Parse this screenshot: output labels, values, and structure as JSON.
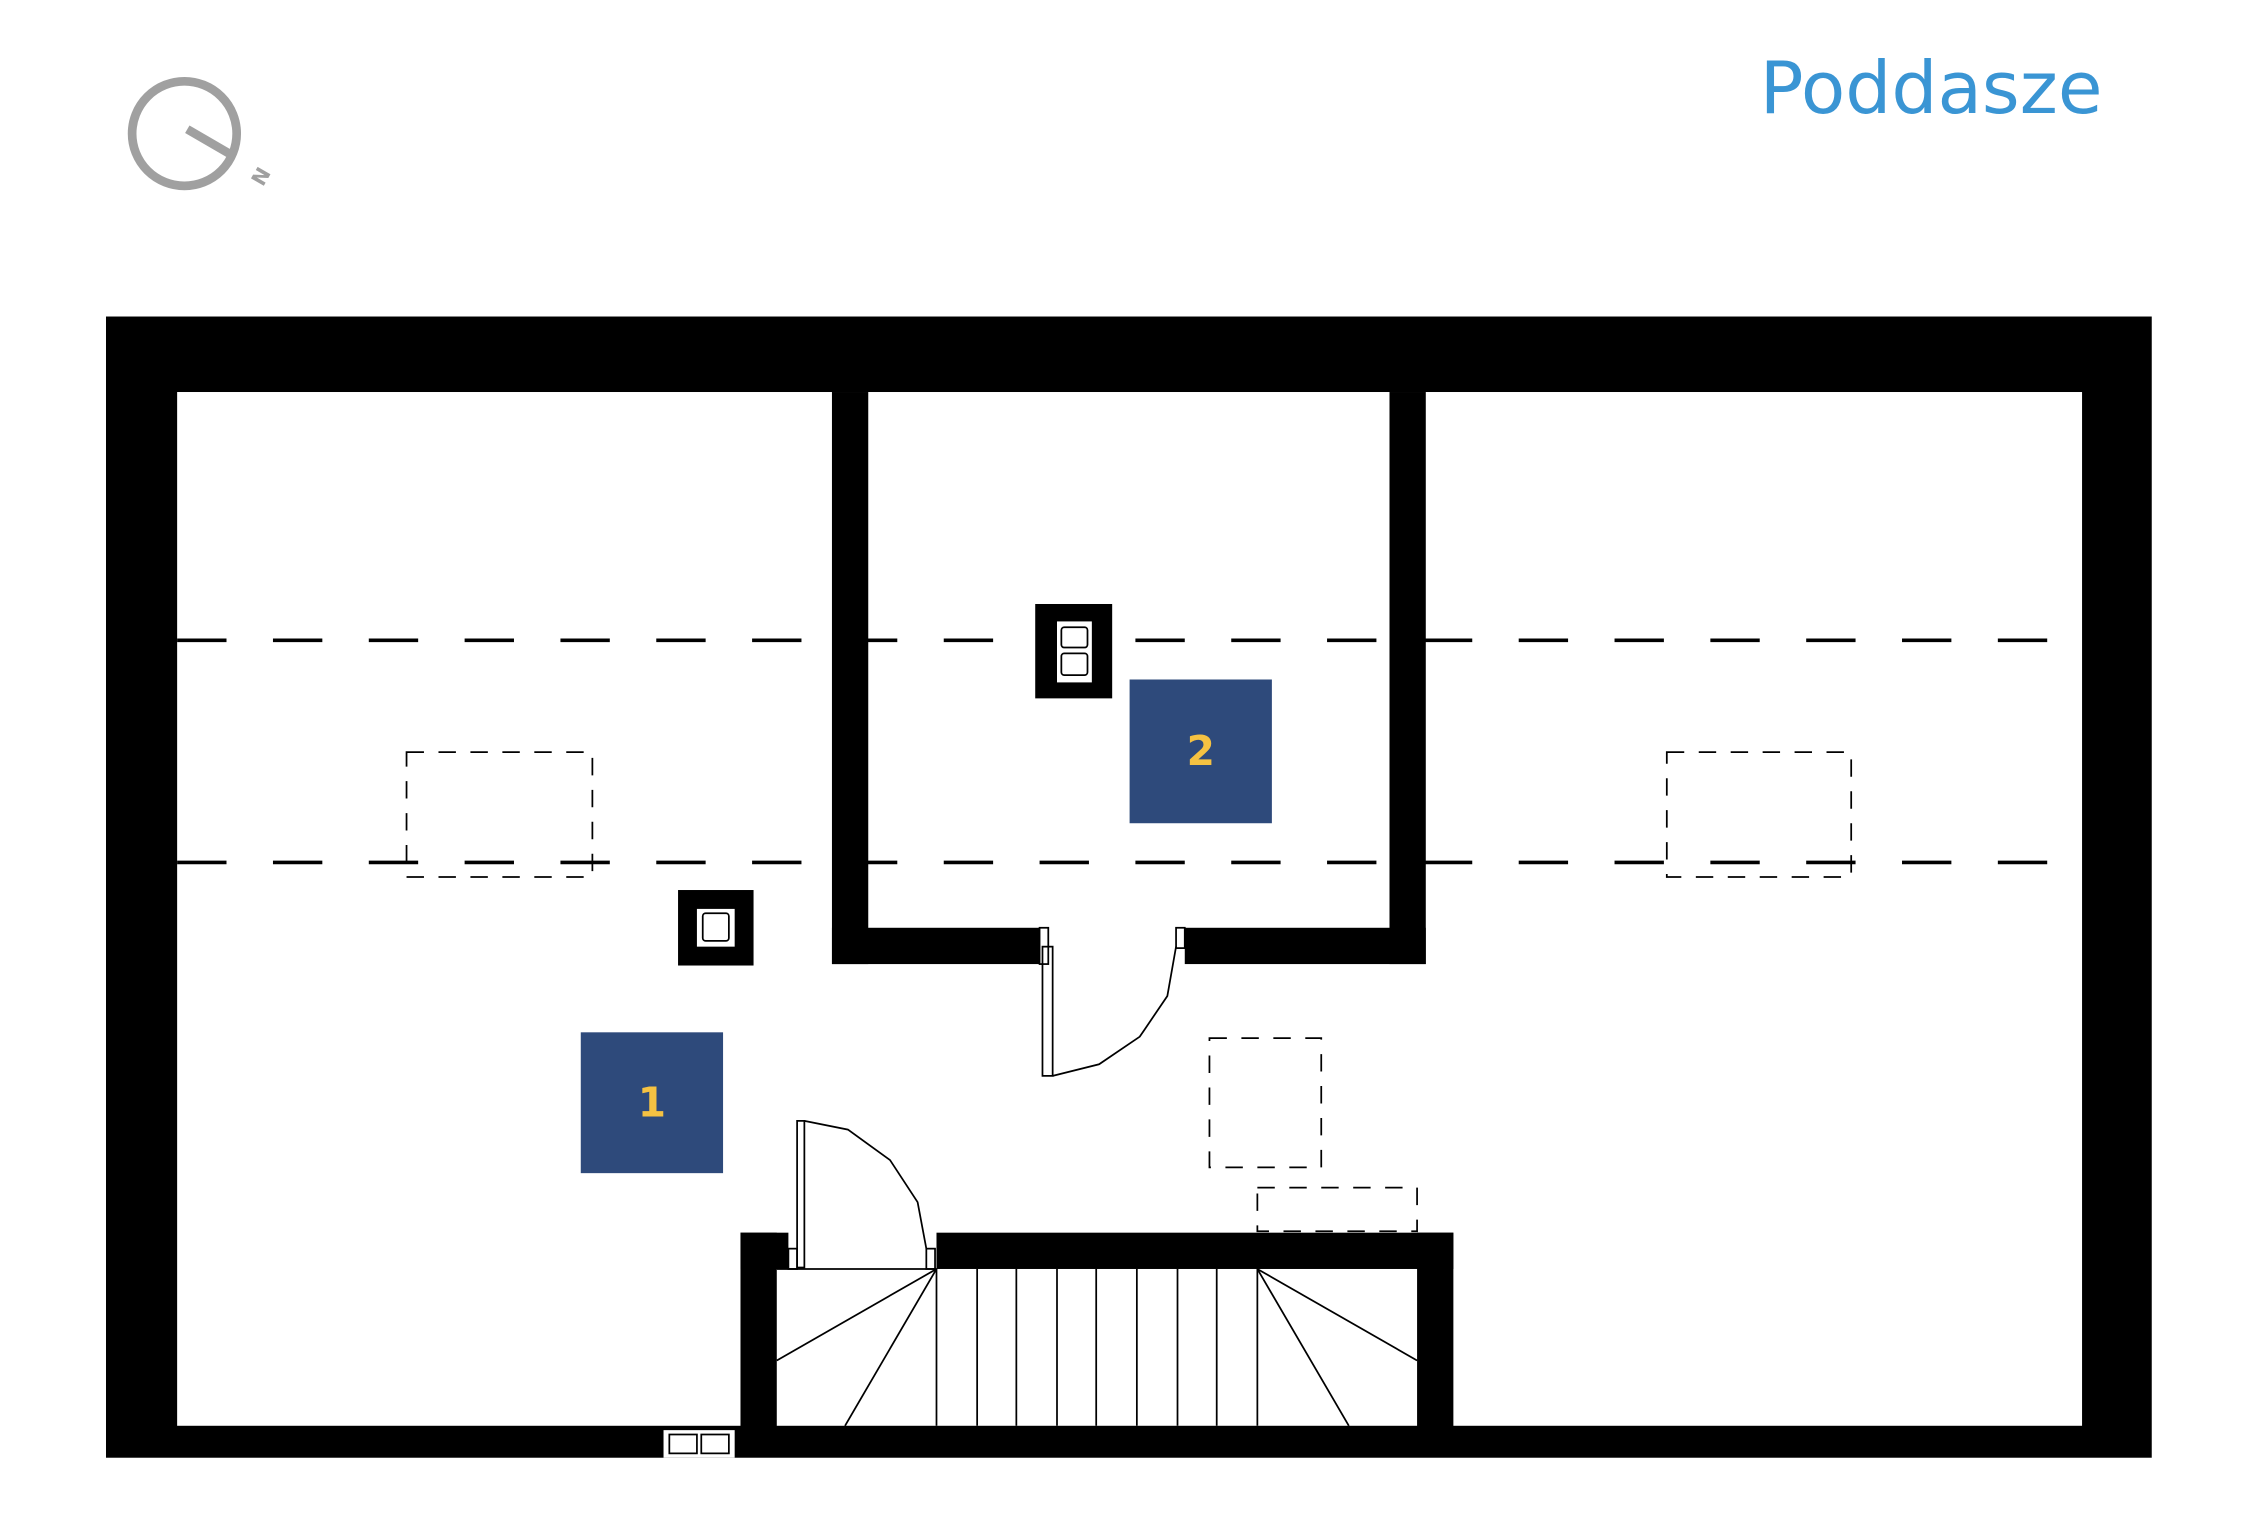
{
  "title": "Poddasze",
  "compass_label": "N",
  "rooms": [
    {
      "label": "1"
    },
    {
      "label": "2"
    }
  ],
  "colors": {
    "title": "#3a95d4",
    "room_badge": "#2e4a7b",
    "room_label": "#f5c242",
    "compass": "#a0a0a0",
    "wall": "#000000"
  }
}
